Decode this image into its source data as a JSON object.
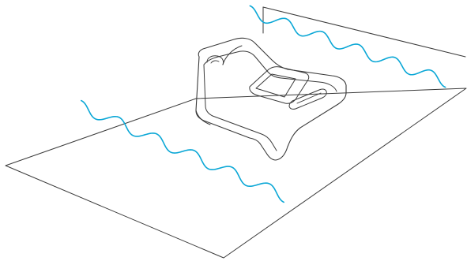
{
  "colors": {
    "line": "#3a3a3a",
    "wave": "#0aa7d6",
    "background": "#ffffff"
  },
  "illustration": {
    "subject": "receipt-printer",
    "elements": [
      "desk-surface",
      "back-wall",
      "printer",
      "vibration-wave-front",
      "vibration-wave-back"
    ]
  }
}
